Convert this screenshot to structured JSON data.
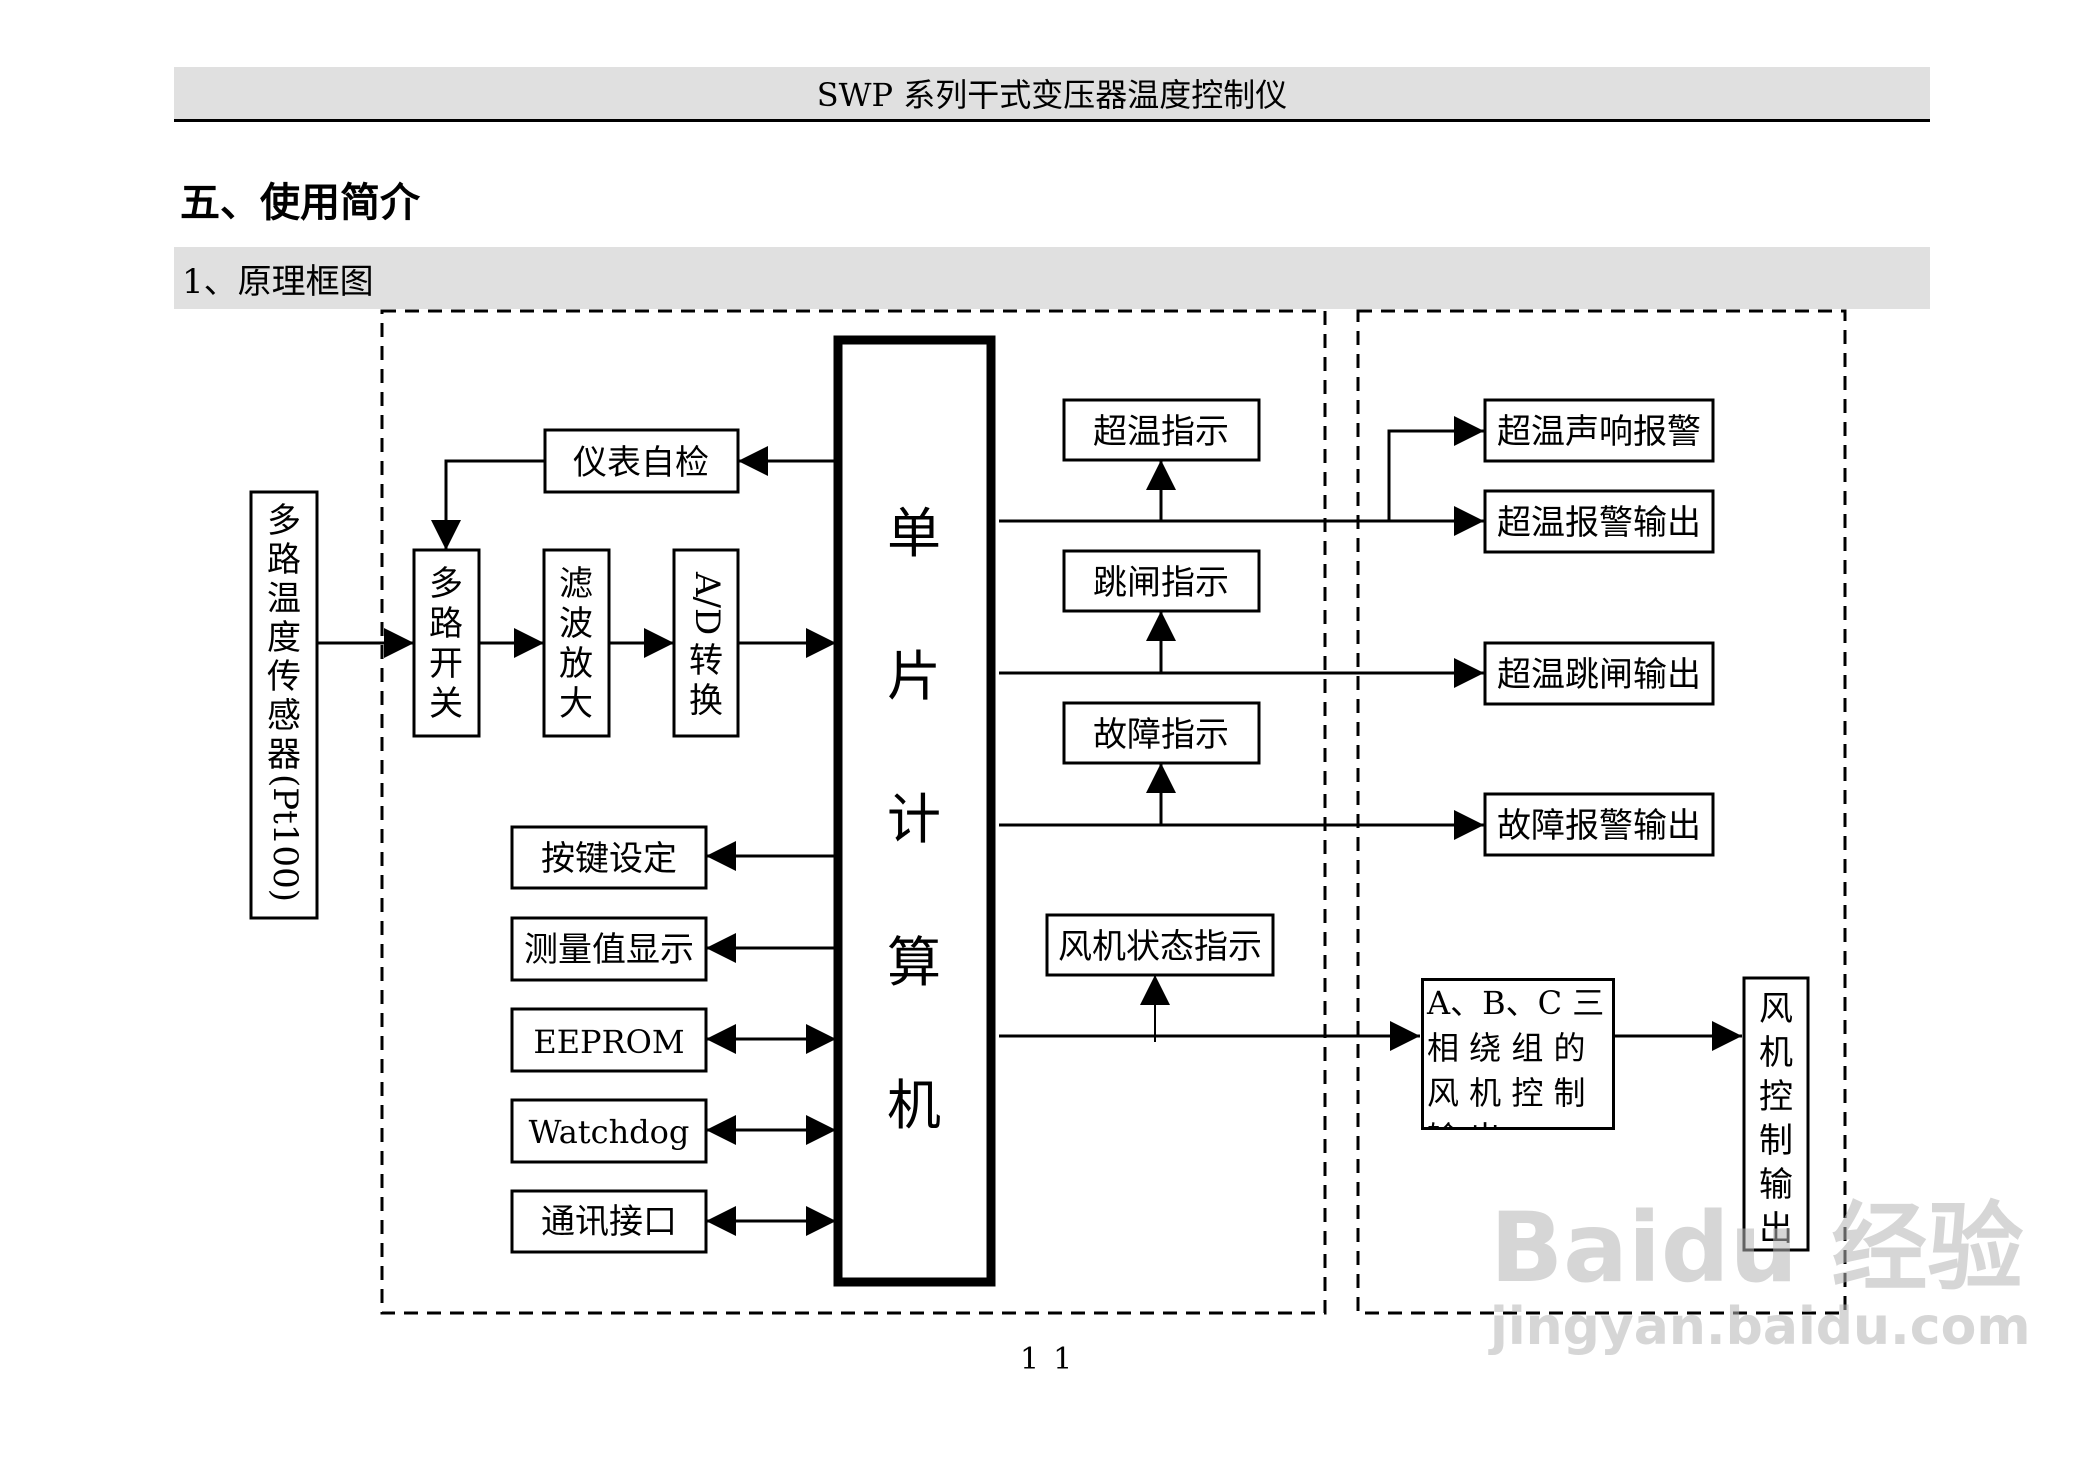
{
  "header": {
    "title": "SWP 系列干式变压器温度控制仪"
  },
  "heading": "五、使用简介",
  "section": {
    "title": "1、原理框图"
  },
  "diagram": {
    "sensor": "多路温度传感器(Pt100)",
    "mux": "多路开关",
    "filter": "滤波放大",
    "adc": "A/D 转换",
    "self_test": "仪表自检",
    "mcu": "单片计算机",
    "keys": "按键设定",
    "display": "测量值显示",
    "eeprom": "EEPROM",
    "watchdog": "Watchdog",
    "comm": "通讯接口",
    "overtemp_ind": "超温指示",
    "trip_ind": "跳闸指示",
    "fault_ind": "故障指示",
    "fan_ind": "风机状态指示",
    "overtemp_sound": "超温声响报警",
    "overtemp_out": "超温报警输出",
    "trip_out": "超温跳闸输出",
    "fault_out": "故障报警输出",
    "fan_ctrl_lines": [
      "A、B、C 三",
      "相 绕 组 的",
      "风 机 控 制",
      "输 出"
    ],
    "fan_out": "风机控制输出"
  },
  "page_number": "11",
  "watermark": {
    "brand": "Baidu 经验",
    "url": "jingyan.baidu.com"
  }
}
